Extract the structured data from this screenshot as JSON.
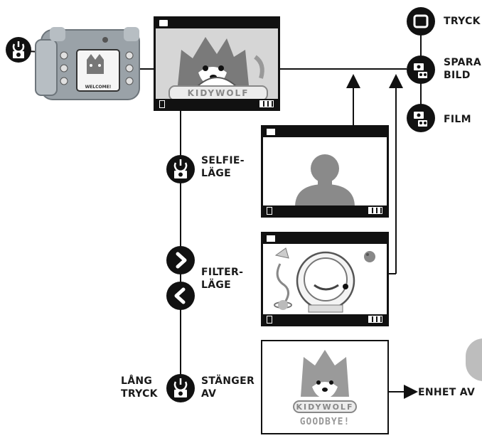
{
  "labels": {
    "print": "TRYCK",
    "save_photo_1": "SPARA",
    "save_photo_2": "BILD",
    "video": "FILM",
    "selfie_1": "SELFIE-",
    "selfie_2": "LÄGE",
    "filter_1": "FILTER-",
    "filter_2": "LÄGE",
    "long_press_1": "LÅNG",
    "long_press_2": "TRYCK",
    "power_off_1": "STÄNGER",
    "power_off_2": "AV",
    "device_off": "ENHET AV"
  },
  "screens": {
    "main_brand": "KIDYWOLF",
    "device_welcome": "WELCOME!",
    "goodbye_brand": "KIDYWOLF",
    "goodbye_text": "GOODBYE!"
  },
  "colors": {
    "ink": "#111111",
    "grey_accent": "#bdbdbd",
    "device_body": "#9aa2a8"
  }
}
